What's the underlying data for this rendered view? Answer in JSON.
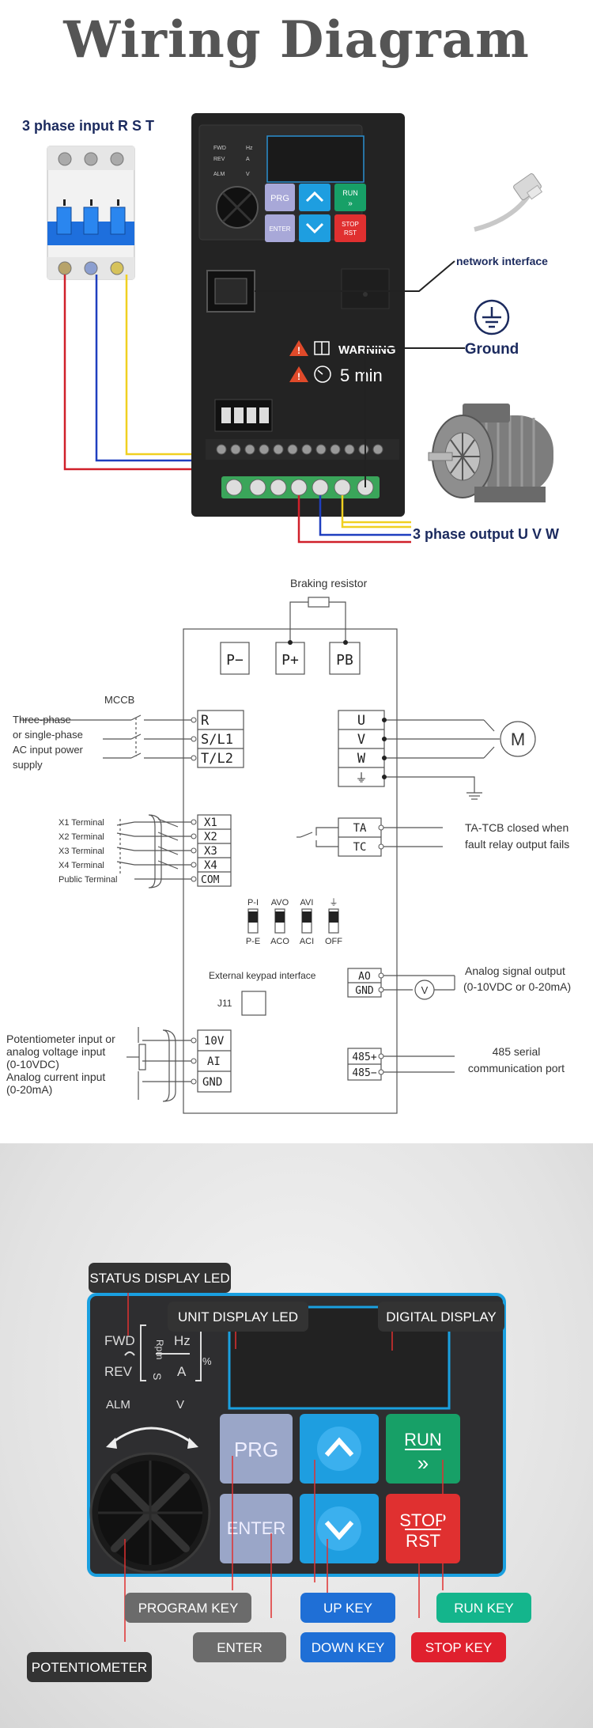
{
  "wiring": {
    "title": "Wiring Diagram",
    "input_label": "3 phase input R S T",
    "network_label": "network interface",
    "ground_label": "Ground",
    "output_label": "3 phase output U V W",
    "warning_text": "WARNING",
    "warning_time": "5 min",
    "keypad": {
      "prg": "PRG",
      "enter": "ENTER",
      "run": "RUN",
      "run_arrow": "»",
      "stop1": "STOP",
      "stop2": "RST",
      "fwd": "FWD",
      "rev": "REV",
      "alm": "ALM",
      "hz": "Hz",
      "a": "A",
      "v": "V"
    },
    "colors": {
      "red": "#d0202a",
      "blue": "#1f3fbf",
      "yellow": "#f0d020",
      "navy": "#1b2a5e",
      "device": "#232323"
    }
  },
  "schematic": {
    "braking_resistor": "Braking resistor",
    "dc_terminals": [
      "P−",
      "P+",
      "PB"
    ],
    "mccb": "MCCB",
    "power_input": [
      "Three-phase",
      "or single-phase",
      "AC input power",
      "supply"
    ],
    "input_terminals": [
      "R",
      "S/L1",
      "T/L2"
    ],
    "output_terminals": [
      "U",
      "V",
      "W",
      "⏚"
    ],
    "motor": "M",
    "x_terminal_labels": [
      "X1 Terminal",
      "X2 Terminal",
      "X3 Terminal",
      "X4 Terminal",
      "Public Terminal"
    ],
    "x_terminals": [
      "X1",
      "X2",
      "X3",
      "X4",
      "COM"
    ],
    "relay_terminals": [
      "TA",
      "TC"
    ],
    "relay_note": [
      "TA-TCB closed when",
      "fault relay output fails"
    ],
    "switches_top": [
      "P-I",
      "AVO",
      "AVI",
      "⏚"
    ],
    "switches_bottom": [
      "P-E",
      "ACO",
      "ACI",
      "OFF"
    ],
    "keypad_interface": "External keypad interface",
    "j11": "J11",
    "ao_terminals": [
      "AO",
      "GND"
    ],
    "voltmeter": "V",
    "ao_note": [
      "Analog signal output",
      "(0-10VDC or 0-20mA)"
    ],
    "analog_terminals": [
      "10V",
      "AI",
      "GND"
    ],
    "analog_note": [
      "Potentiometer input or",
      "analog voltage input",
      "(0-10VDC)",
      "Analog current input",
      "(0-20mA)"
    ],
    "rs485_terminals": [
      "485+",
      "485−"
    ],
    "rs485_note": [
      "485 serial",
      "communication port"
    ]
  },
  "keypad": {
    "callouts": {
      "status_led": "STATUS DISPLAY LED",
      "unit_led": "UNIT DISPLAY LED",
      "digital_display": "DIGITAL DISPLAY",
      "program_key": "PROGRAM KEY",
      "enter": "ENTER",
      "up_key": "UP KEY",
      "down_key": "DOWN KEY",
      "run_key": "RUN KEY",
      "stop_key": "STOP KEY",
      "potentiometer": "POTENTIOMETER"
    },
    "panel_text": {
      "fwd": "FWD",
      "rev": "REV",
      "alm": "ALM",
      "v": "V",
      "rpm": "Rpm",
      "hz": "Hz",
      "s": "S",
      "a": "A",
      "pct": "%",
      "prg": "PRG",
      "enter": "ENTER",
      "run": "RUN",
      "run_arrow": "»",
      "stop1": "STOP",
      "stop2": "RST"
    },
    "colors": {
      "panel": "#2e2e30",
      "border": "#1aa0e0",
      "prg": "#9aa6c8",
      "arrow": "#1e9ee0",
      "run": "#17a067",
      "stop": "#e03030",
      "callout_dark": "#333333",
      "callout_gray": "#6b6b6b",
      "callout_blue": "#1f6fd6",
      "callout_green": "#14b58c",
      "callout_red": "#e0202e"
    }
  }
}
